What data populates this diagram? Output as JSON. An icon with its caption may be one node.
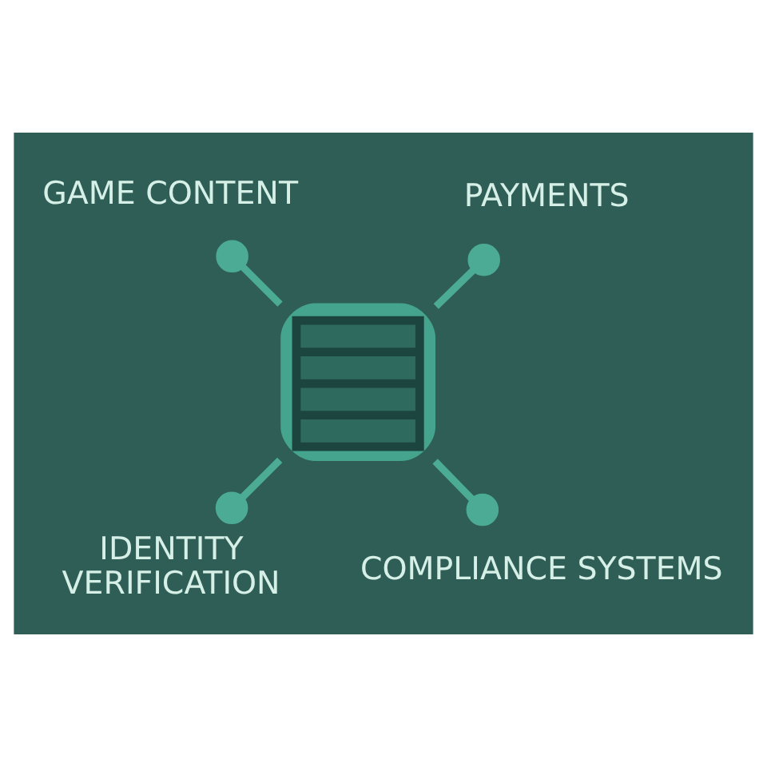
{
  "diagram": {
    "nodes": [
      {
        "text": [],
        "shape": "box"
      },
      {
        "text": [
          "GAME CONTENT"
        ]
      },
      {
        "text": [
          "PAYMENTS"
        ]
      },
      {
        "text": [
          "IDENTITY VERIFICATION"
        ]
      },
      {
        "text": [
          "COMPLIANCE SYSTEMS"
        ]
      }
    ],
    "edges": [
      {
        "from": 0,
        "to": 1,
        "arrow": "other"
      },
      {
        "from": 0,
        "to": 2,
        "arrow": "other"
      },
      {
        "from": 0,
        "to": 3,
        "arrow": "other"
      },
      {
        "from": 0,
        "to": 4,
        "arrow": "other"
      }
    ]
  }
}
